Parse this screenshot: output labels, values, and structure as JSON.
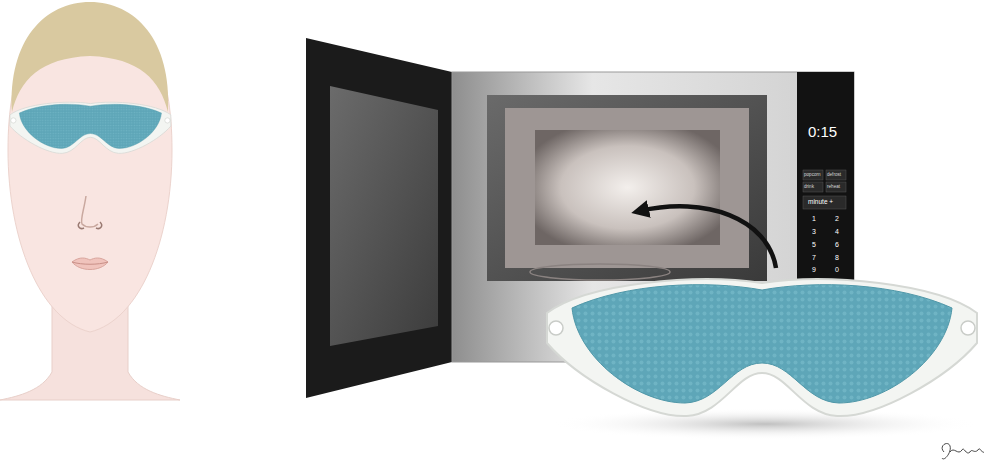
{
  "diagram": {
    "labels": [
      "0:15",
      "popcorn",
      "defrost",
      "drink",
      "reheat",
      "minute +",
      "1",
      "2",
      "3",
      "4",
      "5",
      "6",
      "7",
      "8",
      "9",
      "0"
    ]
  }
}
